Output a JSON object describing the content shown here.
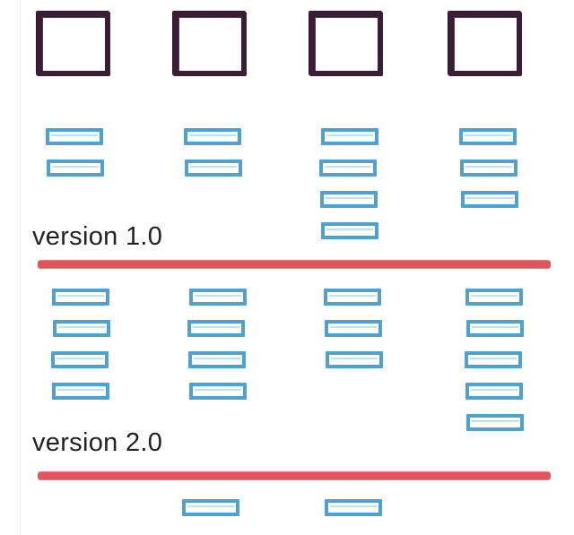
{
  "labels": {
    "version_1": "version 1.0",
    "version_2": "version 2.0"
  },
  "colors": {
    "column_border": "#3a1e33",
    "card_border": "#4fa1cf",
    "release_line": "#e0545c",
    "text": "#222222"
  },
  "board": {
    "columns": 4,
    "releases": [
      {
        "label_key": "version_1",
        "cards_per_column": [
          2,
          2,
          4,
          3
        ]
      },
      {
        "label_key": "version_2",
        "cards_per_column": [
          4,
          4,
          3,
          5
        ]
      },
      {
        "label_key": null,
        "cards_per_column": [
          0,
          1,
          1,
          0
        ]
      }
    ]
  }
}
